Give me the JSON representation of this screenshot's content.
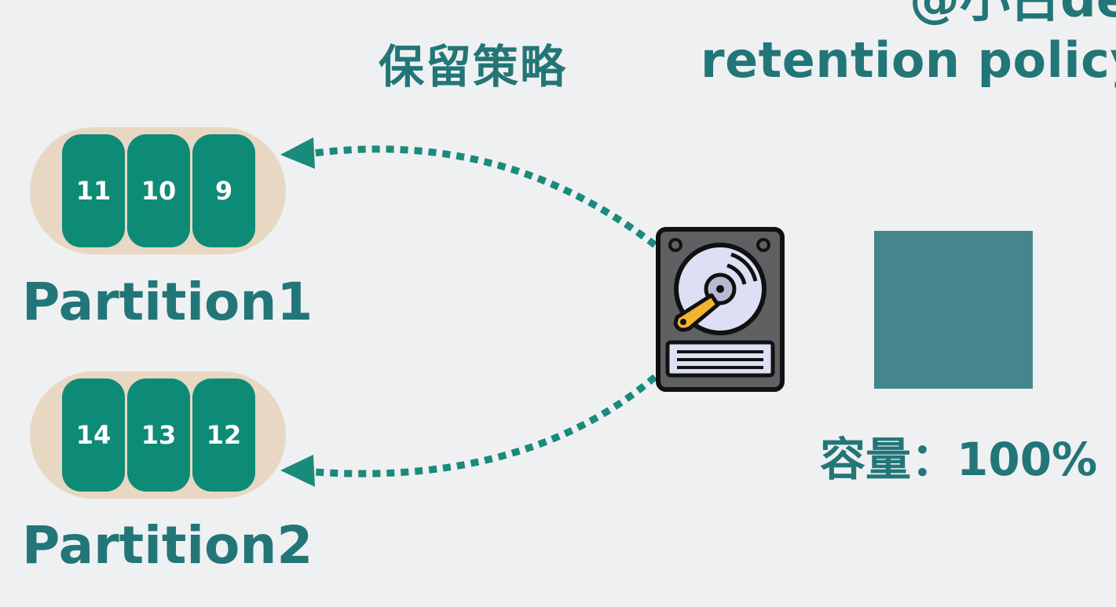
{
  "header": {
    "title_cn": "保留策略",
    "title_en": "retention policy",
    "watermark": "@小古dev"
  },
  "partitions": [
    {
      "name": "Partition1",
      "segments": [
        "11",
        "10",
        "9"
      ]
    },
    {
      "name": "Partition2",
      "segments": [
        "14",
        "13",
        "12"
      ]
    }
  ],
  "storage": {
    "icon": "hard-disk-icon",
    "capacity_label": "容量：100%",
    "capacity_fraction": 1.0
  },
  "colors": {
    "background": "#eff0f2",
    "title_text": "#237677",
    "segment_fill": "#0e8b77",
    "partition_container": "#e8d8c3",
    "capacity_box": "#44868c",
    "arrow": "#1a8a7b",
    "disk_body": "#5f6062",
    "disk_platter": "#dde0f4",
    "disk_needle": "#f2b431"
  }
}
